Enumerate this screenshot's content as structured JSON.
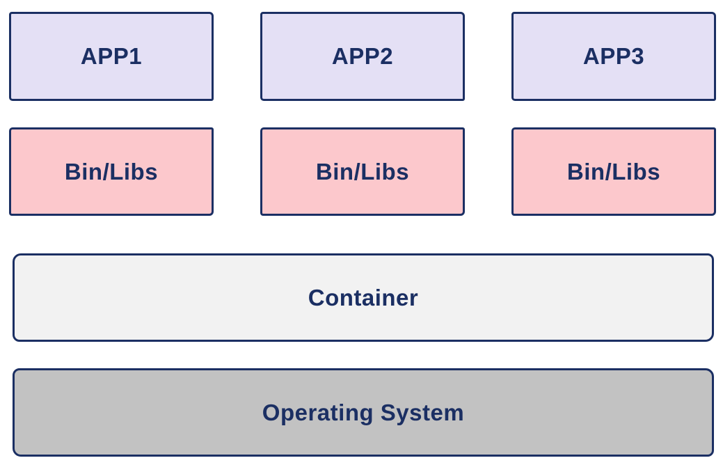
{
  "apps": [
    {
      "label": "APP1"
    },
    {
      "label": "APP2"
    },
    {
      "label": "APP3"
    }
  ],
  "libs": [
    {
      "label": "Bin/Libs"
    },
    {
      "label": "Bin/Libs"
    },
    {
      "label": "Bin/Libs"
    }
  ],
  "container": {
    "label": "Container"
  },
  "os": {
    "label": "Operating System"
  },
  "colors": {
    "stroke_text": "#1b2f63",
    "app_fill": "#e4e0f5",
    "lib_fill": "#fcc8cc",
    "container_fill": "#f2f2f2",
    "os_fill": "#c2c2c2"
  }
}
